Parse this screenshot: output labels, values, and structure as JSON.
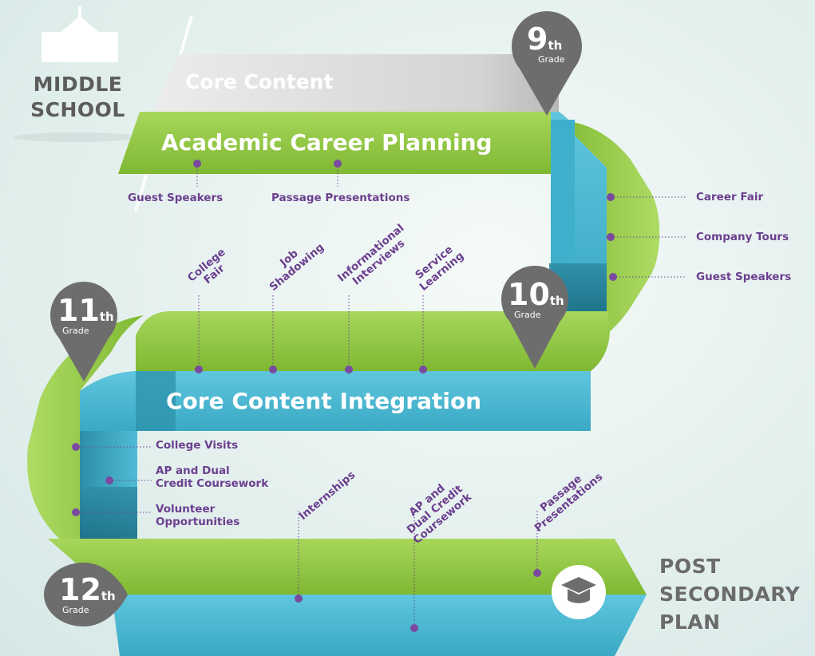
{
  "start": {
    "line1": "MIDDLE",
    "line2": "SCHOOL"
  },
  "end": {
    "line1": "POST",
    "line2": "SECONDARY",
    "line3": "PLAN"
  },
  "bands": {
    "core_content": "Core Content",
    "academic_career_planning": "Academic Career Planning",
    "core_content_integration": "Core Content Integration"
  },
  "pins": {
    "grade9": {
      "num": "9",
      "suffix": "th",
      "label": "Grade"
    },
    "grade10": {
      "num": "10",
      "suffix": "th",
      "label": "Grade"
    },
    "grade11": {
      "num": "11",
      "suffix": "th",
      "label": "Grade"
    },
    "grade12": {
      "num": "12",
      "suffix": "th",
      "label": "Grade"
    }
  },
  "middle_school_activities": [
    "Guest Speakers",
    "Passage Presentations"
  ],
  "grade9_activities": [
    "Career Fair",
    "Company Tours",
    "Guest Speakers"
  ],
  "grade10_activities": [
    {
      "line1": "College",
      "line2": "Fair"
    },
    {
      "line1": "Job",
      "line2": "Shadowing"
    },
    {
      "line1": "Informational",
      "line2": "Interviews"
    },
    {
      "line1": "Service",
      "line2": "Learning"
    }
  ],
  "grade11_activities": [
    {
      "line1": "College Visits",
      "line2": ""
    },
    {
      "line1": "AP and Dual",
      "line2": "Credit Coursework"
    },
    {
      "line1": "Volunteer",
      "line2": "Opportunities"
    }
  ],
  "grade12_activities": [
    {
      "line1": "Internships",
      "line2": "",
      "line3": ""
    },
    {
      "line1": "AP and",
      "line2": "Dual Credit",
      "line3": "Coursework"
    },
    {
      "line1": "Passage",
      "line2": "Presentations",
      "line3": ""
    }
  ],
  "colors": {
    "green": "#8cc63f",
    "green_dark": "#5e8f2a",
    "blue": "#45b8d3",
    "blue_dark": "#2a8aa3",
    "gray_band": "#dcdcdc",
    "pin": "#6d6d6d",
    "purple": "#6b3f8f"
  },
  "icons": {
    "school": "school-building-icon",
    "graduate": "graduation-cap-icon",
    "marker": "map-pin-icon"
  }
}
